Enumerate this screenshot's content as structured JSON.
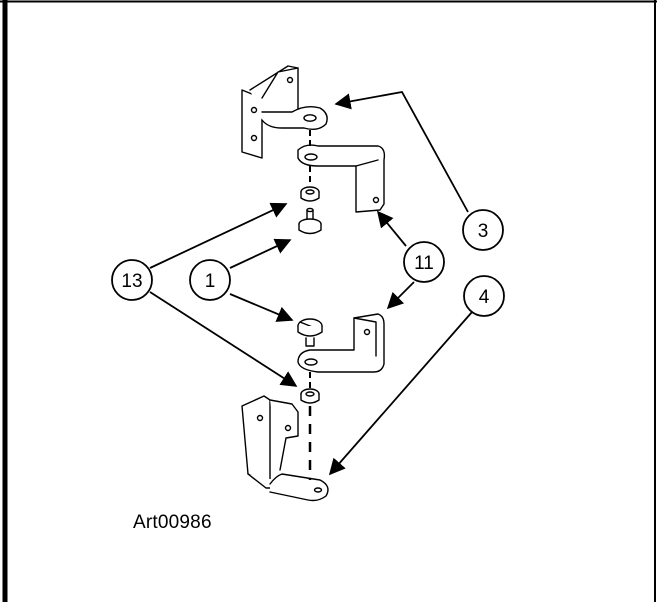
{
  "figure": {
    "art_id": "Art00986",
    "callouts": [
      "3",
      "1",
      "13",
      "11",
      "4"
    ],
    "line_color": "#000000",
    "background": "#ffffff"
  }
}
